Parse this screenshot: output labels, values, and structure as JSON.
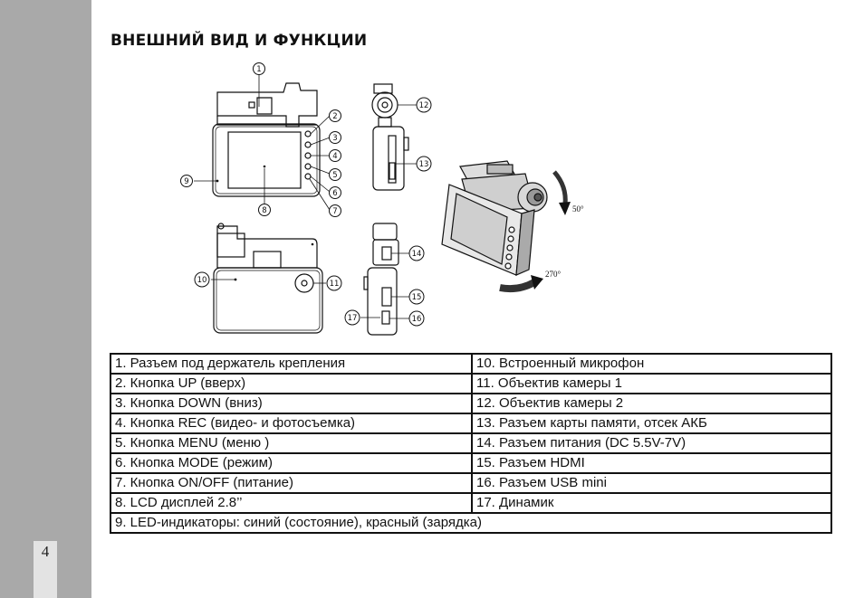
{
  "page": {
    "title": "ВНЕШНИЙ ВИД И ФУНКЦИИ",
    "page_number": "4"
  },
  "diagram": {
    "callouts": [
      "1",
      "2",
      "3",
      "4",
      "5",
      "6",
      "7",
      "8",
      "9",
      "10",
      "11",
      "12",
      "13",
      "14",
      "15",
      "16",
      "17"
    ],
    "rotation_labels": {
      "tilt": "50°",
      "swivel": "270°"
    }
  },
  "table": {
    "rows": [
      {
        "left": "1. Разъем под держатель крепления",
        "right": "10. Встроенный микрофон"
      },
      {
        "left": "2. Кнопка UP (вверх)",
        "right": "11. Объектив камеры 1"
      },
      {
        "left": "3. Кнопка DOWN (вниз)",
        "right": "12. Объектив камеры 2"
      },
      {
        "left": "4.  Кнопка REC (видео- и фотосъемка)",
        "right": "13. Разъем карты памяти, отсек АКБ"
      },
      {
        "left": "5. Кнопка MENU (меню )",
        "right": "14. Разъем питания (DC 5.5V-7V)"
      },
      {
        "left": "6. Кнопка MODE (режим)",
        "right": "15. Разъем HDMI"
      },
      {
        "left": "7. Кнопка ON/OFF (питание)",
        "right": "16. Разъем USB mini"
      },
      {
        "left": "8. LCD дисплей 2.8’’",
        "right": "17. Динамик"
      }
    ],
    "footer": "9. LED-индикаторы: синий (состояние), красный (зарядка)"
  }
}
